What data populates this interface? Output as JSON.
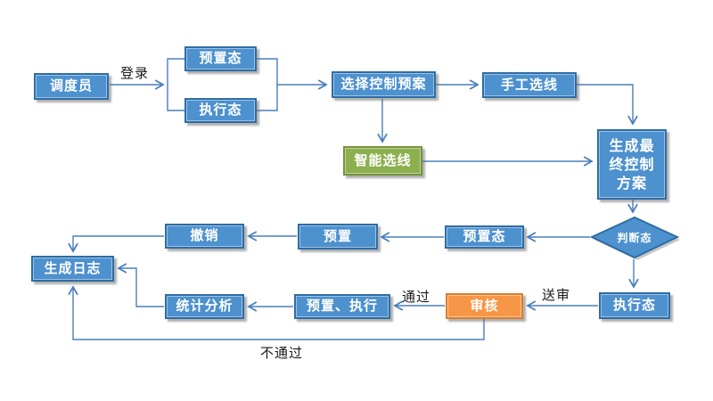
{
  "diagram": {
    "nodes": {
      "dispatcher": "调度员",
      "preset_state_login": "预置态",
      "execute_state_login": "执行态",
      "select_control_plan": "选择控制预案",
      "manual_line_selection": "手工选线",
      "intelligent_line_selection": "智能选线",
      "generate_final_control_plan": "生成最终控制方案",
      "judge_state": "判断态",
      "preset_state": "预置态",
      "preset": "预置",
      "revoke": "撤销",
      "generate_log": "生成日志",
      "statistical_analysis": "统计分析",
      "preset_execute": "预置、执行",
      "review": "审核",
      "execute_state": "执行态"
    },
    "edge_labels": {
      "login": "登录",
      "pass": "通过",
      "submit": "送审",
      "fail": "不通过"
    },
    "colors": {
      "node_fill": "#4D91CE",
      "node_border": "#2E6DA4",
      "green_fill": "#8DB04F",
      "green_border": "#74933C",
      "orange_fill": "#F79646",
      "orange_border": "#DA7E2C",
      "connector": "#4A7EBB"
    }
  }
}
